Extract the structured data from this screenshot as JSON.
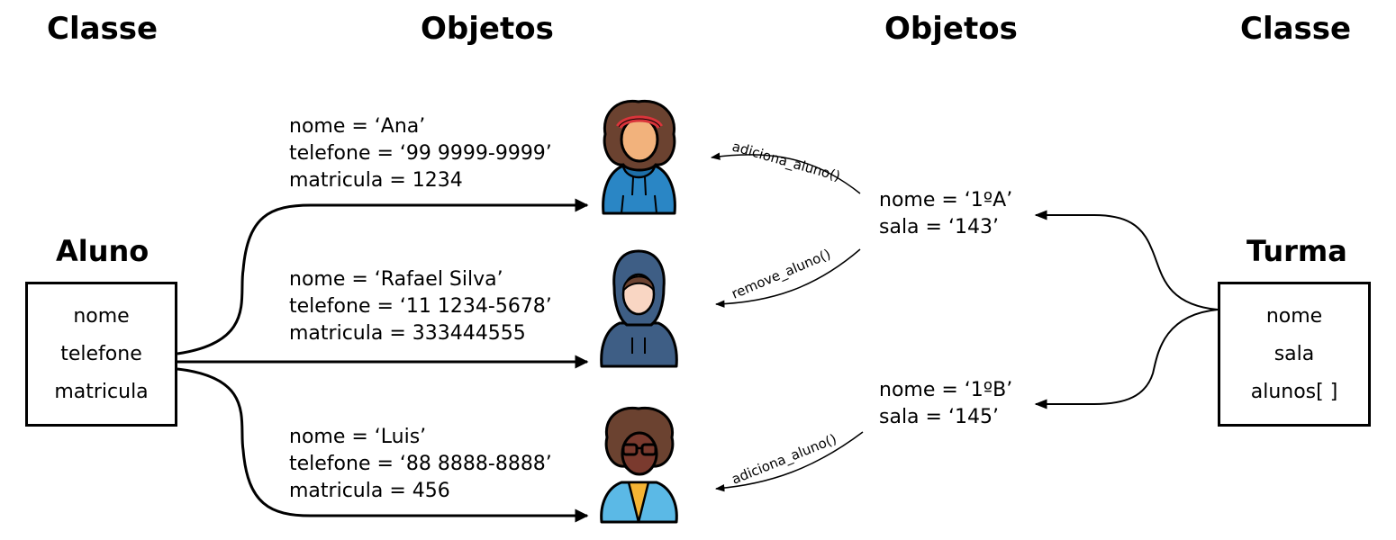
{
  "headers": {
    "classe_left": "Classe",
    "objetos_left": "Objetos",
    "objetos_right": "Objetos",
    "classe_right": "Classe"
  },
  "aluno_class": {
    "title": "Aluno",
    "fields": [
      "nome",
      "telefone",
      "matricula"
    ]
  },
  "turma_class": {
    "title": "Turma",
    "fields": [
      "nome",
      "sala",
      "alunos[ ]"
    ]
  },
  "alunos": [
    {
      "nome": "nome = ‘Ana’",
      "telefone": "telefone =  ‘99 9999-9999’",
      "matricula": "matricula = 1234",
      "avatar": "student-headband-icon"
    },
    {
      "nome": "nome = ‘Rafael Silva’",
      "telefone": "telefone = ‘11 1234-5678’",
      "matricula": "matricula = 333444555",
      "avatar": "student-hoodie-icon"
    },
    {
      "nome": "nome = ‘Luis’",
      "telefone": "telefone = ‘88 8888-8888’",
      "matricula": "matricula = 456",
      "avatar": "student-glasses-icon"
    }
  ],
  "turmas": [
    {
      "nome": "nome = ‘1ºA’",
      "sala": "sala =  ‘143’"
    },
    {
      "nome": "nome = ‘1ºB’",
      "sala": "sala =  ‘145’"
    }
  ],
  "methods": {
    "adiciona_1": "adiciona_aluno()",
    "remove": "remove_aluno()",
    "adiciona_2": "adiciona_aluno()"
  },
  "colors": {
    "ana_hoodie": "#2a86c5",
    "ana_headband": "#d9343a",
    "hair": "#6b4230",
    "skin": "#f2b27c",
    "rafael_hoodie": "#3e5e85",
    "rafael_skin": "#f9d6c3",
    "luis_skin": "#7a3a2e",
    "luis_jacket": "#5bb9e6",
    "luis_shirt": "#f5b434"
  }
}
